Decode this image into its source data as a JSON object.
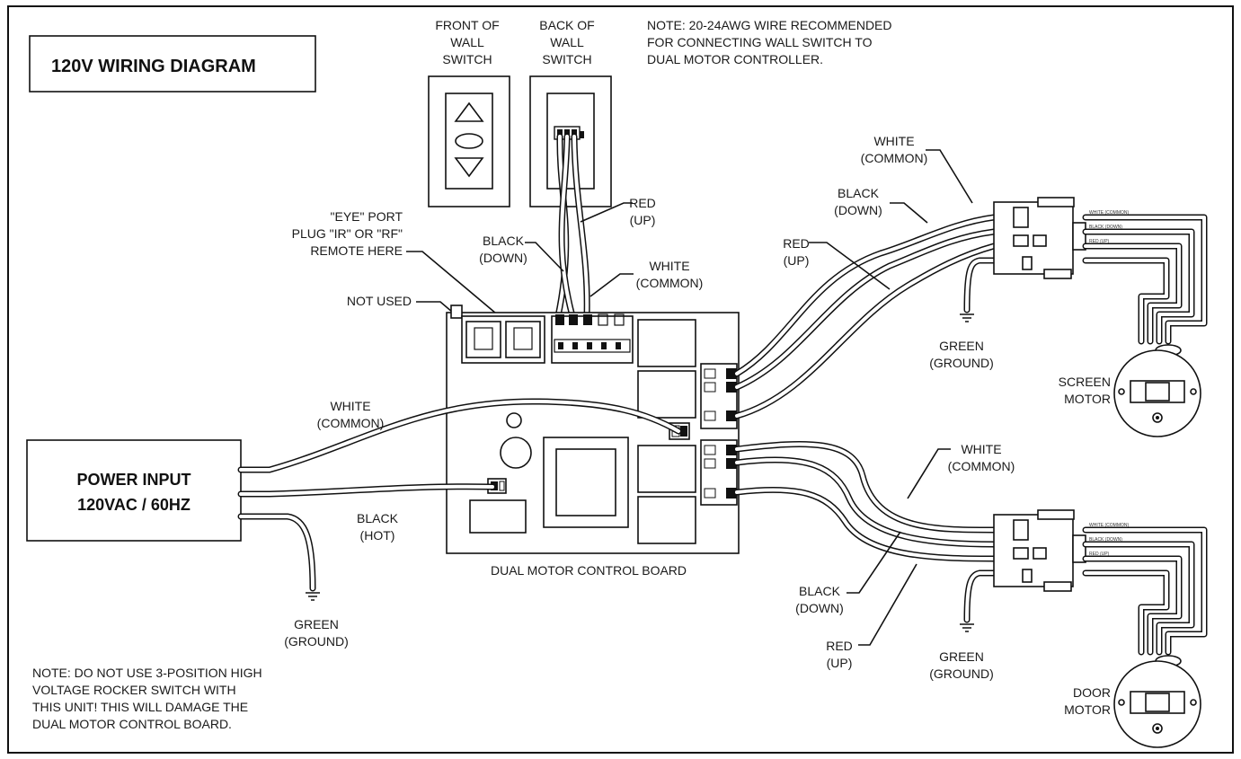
{
  "title": "120V WIRING DIAGRAM",
  "wall_switch": {
    "front_label": [
      "FRONT OF",
      "WALL",
      "SWITCH"
    ],
    "back_label": [
      "BACK OF",
      "WALL",
      "SWITCH"
    ]
  },
  "note_top": [
    "NOTE: 20-24AWG WIRE RECOMMENDED",
    "FOR CONNECTING WALL SWITCH TO",
    "DUAL MOTOR CONTROLLER."
  ],
  "note_bottom": [
    "NOTE: DO NOT USE 3-POSITION HIGH",
    "VOLTAGE ROCKER SWITCH WITH",
    "THIS UNIT! THIS WILL DAMAGE THE",
    "DUAL MOTOR CONTROL BOARD."
  ],
  "power": {
    "line1": "POWER INPUT",
    "line2": "120VAC / 60HZ"
  },
  "board_label": "DUAL MOTOR CONTROL BOARD",
  "eye_port": [
    "\"EYE\" PORT",
    "PLUG \"IR\" OR \"RF\"",
    "REMOTE HERE"
  ],
  "not_used": "NOT USED",
  "switch_wires": {
    "red": [
      "RED",
      "(UP)"
    ],
    "black": [
      "BLACK",
      "(DOWN)"
    ],
    "white": [
      "WHITE",
      "(COMMON)"
    ]
  },
  "power_wires": {
    "white": [
      "WHITE",
      "(COMMON)"
    ],
    "black": [
      "BLACK",
      "(HOT)"
    ],
    "green": [
      "GREEN",
      "(GROUND)"
    ]
  },
  "screen_wires": {
    "white": [
      "WHITE",
      "(COMMON)"
    ],
    "black": [
      "BLACK",
      "(DOWN)"
    ],
    "red": [
      "RED",
      "(UP)"
    ],
    "green": [
      "GREEN",
      "(GROUND)"
    ]
  },
  "door_wires": {
    "white": [
      "WHITE",
      "(COMMON)"
    ],
    "black": [
      "BLACK",
      "(DOWN)"
    ],
    "red": [
      "RED",
      "(UP)"
    ],
    "green": [
      "GREEN",
      "(GROUND)"
    ]
  },
  "screen_motor": [
    "SCREEN",
    "MOTOR"
  ],
  "door_motor": [
    "DOOR",
    "MOTOR"
  ],
  "connector_small_labels": [
    "WHITE (COMMON)",
    "BLACK (DOWN)",
    "RED (UP)",
    "GREEN (GROUND)"
  ]
}
